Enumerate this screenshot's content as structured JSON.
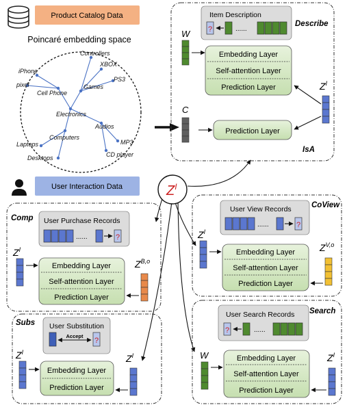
{
  "top_left": {
    "catalog_label": "Product Catalog Data",
    "space_title": "Poincaré embedding space",
    "nodes": {
      "controllers": "Controllers",
      "xbox": "XBOX",
      "iphone": "iPhone",
      "ps3": "PS3",
      "games": "Games",
      "pixel": "pixel",
      "cellphone": "Cell Phone",
      "electronics": "Electronics",
      "audios": "Audios",
      "computers": "Computers",
      "mp3": "MP3",
      "laptops": "Laptops",
      "cdplayer": "CD player",
      "desktops": "Desktops"
    }
  },
  "describe": {
    "task": "Describe",
    "item_description": "Item Description",
    "w": "W",
    "dots": "......",
    "q": "?",
    "embedding": "Embedding Layer",
    "self_attention": "Self-attention Layer",
    "prediction": "Prediction Layer",
    "z_main": "Z",
    "z_sup": "I"
  },
  "isa": {
    "task": "IsA",
    "c": "C",
    "prediction": "Prediction Layer"
  },
  "center": {
    "user_data_label": "User Interaction Data",
    "z_main": "Z",
    "z_sup": "I"
  },
  "comp": {
    "task": "Comp",
    "records": "User  Purchase  Records",
    "dots": "......",
    "q": "?",
    "z_main": "Z",
    "z_sup": "I",
    "embedding": "Embedding Layer",
    "self_attention": "Self-attention Layer",
    "prediction": "Prediction Layer",
    "zb_main": "Z",
    "zb_sup": "B,o"
  },
  "coview": {
    "task": "CoView",
    "records": "User  View  Records",
    "dots": "......",
    "q": "?",
    "z_main": "Z",
    "z_sup": "I",
    "embedding": "Embedding Layer",
    "self_attention": "Self-attention Layer",
    "prediction": "Prediction Layer",
    "zv_main": "Z",
    "zv_sup": "V,o"
  },
  "subs": {
    "task": "Subs",
    "records": "User  Substitution",
    "accept": "Accept",
    "q": "?",
    "z_main": "Z",
    "z_sup": "I",
    "z2_main": "Z",
    "z2_sup": "I",
    "embedding": "Embedding Layer",
    "prediction": "Prediction Layer"
  },
  "search": {
    "task": "Search",
    "records": "User  Search  Records",
    "q": "?",
    "dots": "......",
    "w": "W",
    "embedding": "Embedding Layer",
    "self_attention": "Self-attention Layer",
    "prediction": "Prediction Layer",
    "z_main": "Z",
    "z_sup": "I"
  },
  "colors": {
    "green_fill": "#d5e8c4",
    "gray_panel": "#dcdcdc",
    "blue_cell": "#5b77cf",
    "light_blue_cell": "#b9c6ec",
    "dark_green_cell": "#4f8a2f",
    "orange_cell": "#e8894a",
    "yellow_cell": "#f2c033",
    "dark_gray_cell": "#5f5f5f",
    "catalog_tag": "#f4b183",
    "user_tag": "#9db3e4",
    "z_red": "#cc2222"
  }
}
